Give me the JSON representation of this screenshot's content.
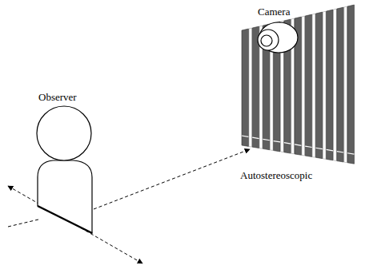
{
  "diagram": {
    "labels": [
      "Camera",
      "Observer",
      "Autostereoscopic"
    ]
  }
}
